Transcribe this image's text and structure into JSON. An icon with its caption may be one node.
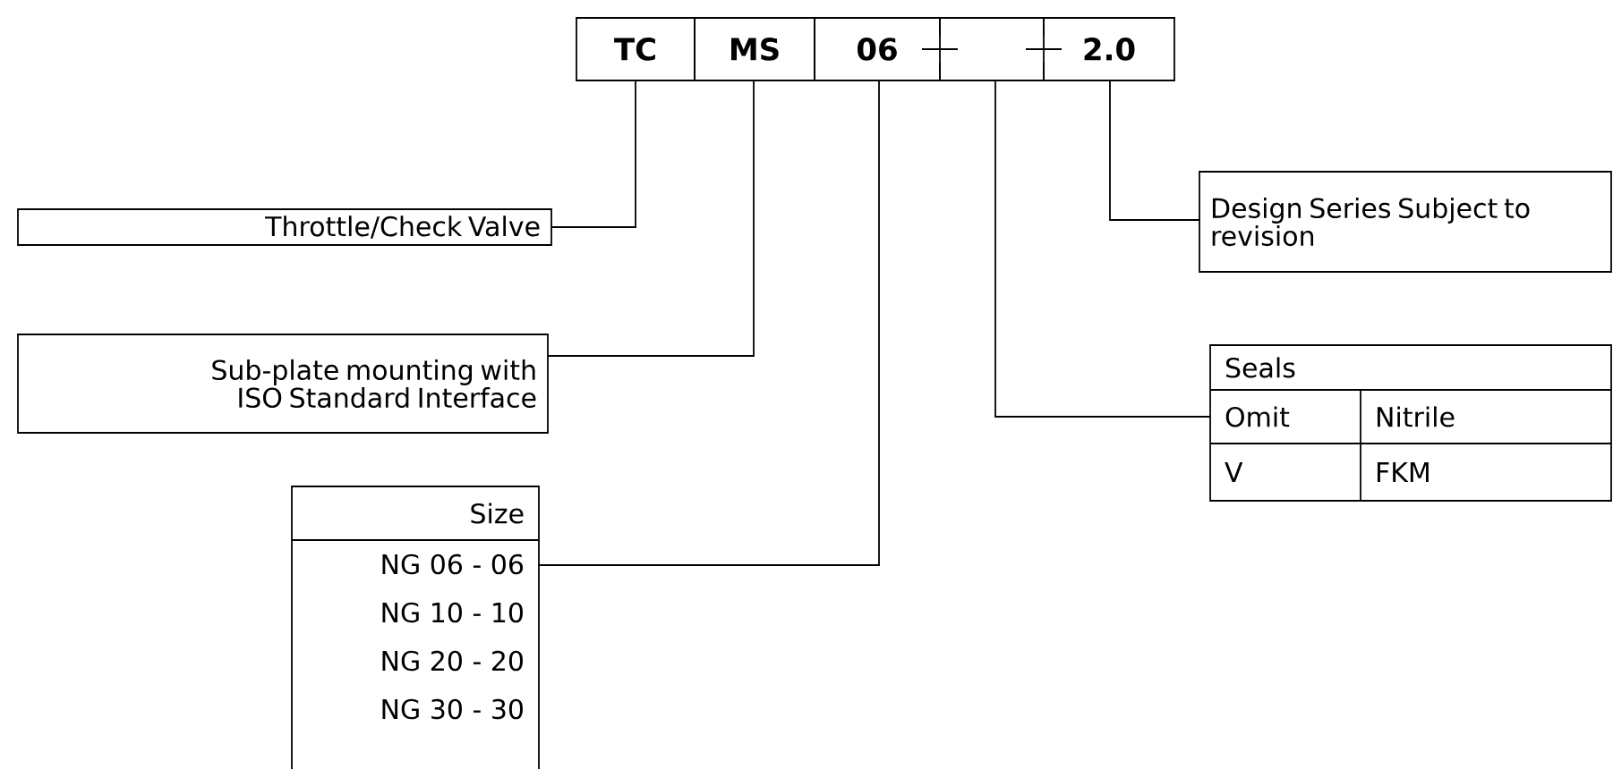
{
  "diagram": {
    "nodes": [
      {
        "text": [
          "TC"
        ]
      },
      {
        "text": [
          "MS"
        ]
      },
      {
        "text": [
          "06"
        ]
      },
      {
        "text": [],
        "shape": "box"
      },
      {
        "text": [
          "2.0"
        ]
      },
      {
        "text": [
          "Throttle/Check Valve"
        ]
      },
      {
        "text": [
          "Sub-plate mounting with ISO Standard Interface"
        ]
      },
      {
        "text": [
          "Size",
          "NG 06 - 06",
          "NG 10 - 10",
          "NG 20 - 20",
          "NG 30 - 30"
        ]
      },
      {
        "text": [
          "Seals",
          "Omit",
          "Nitrile",
          "V",
          "FKM"
        ]
      },
      {
        "text": [
          "Design Series Subject to revision"
        ]
      }
    ],
    "edges": [
      {
        "from": 0,
        "to": 5,
        "arrow": "none"
      },
      {
        "from": 1,
        "to": 6,
        "arrow": "none"
      },
      {
        "from": 2,
        "to": 7,
        "arrow": "none"
      },
      {
        "from": 3,
        "to": 8,
        "arrow": "none"
      },
      {
        "from": 4,
        "to": 9,
        "arrow": "none"
      }
    ]
  }
}
